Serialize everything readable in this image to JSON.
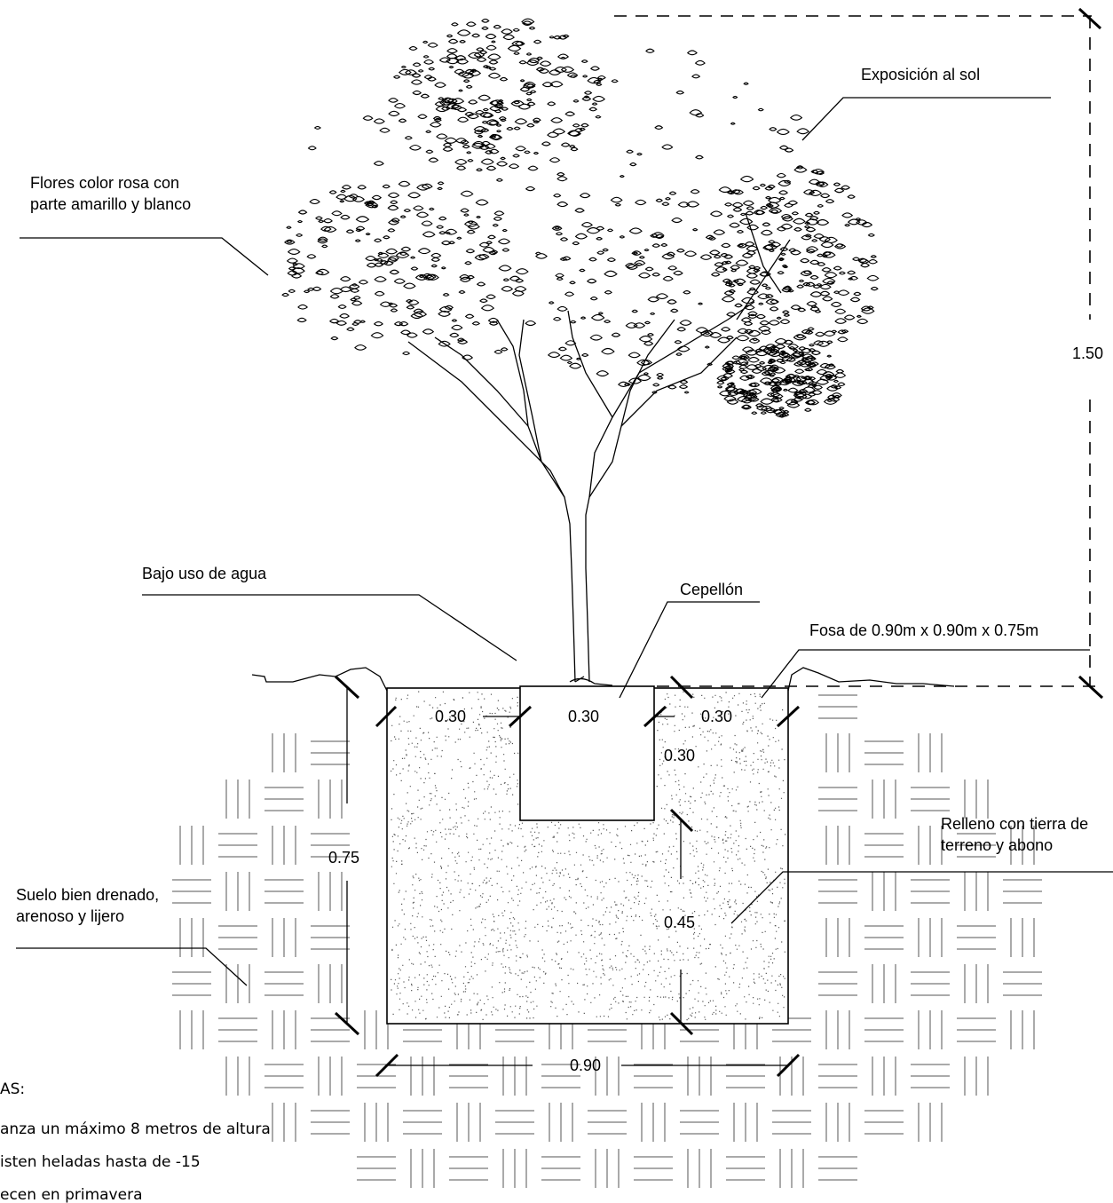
{
  "labels": {
    "sun": "Exposición al sol",
    "flowers_line1": "Flores color rosa con",
    "flowers_line2": "parte amarillo y blanco",
    "water": "Bajo uso de agua",
    "rootball": "Cepellón",
    "pit": "Fosa de 0.90m x 0.90m x 0.75m",
    "fill_line1": "Relleno con tierra de",
    "fill_line2": "terreno y abono",
    "soil_line1": "Suelo bien drenado,",
    "soil_line2": "arenoso y lijero"
  },
  "dimensions": {
    "height": "1.50",
    "left_gap": "0.30",
    "rootball_width": "0.30",
    "right_gap": "0.30",
    "rootball_depth": "0.30",
    "pit_depth": "0.75",
    "below_rootball": "0.45",
    "pit_width": "0.90"
  },
  "notes": {
    "heading": "AS:",
    "items": [
      "anza un máximo 8 metros de altura",
      "isten heladas hasta de -15",
      "ecen en primavera"
    ]
  }
}
